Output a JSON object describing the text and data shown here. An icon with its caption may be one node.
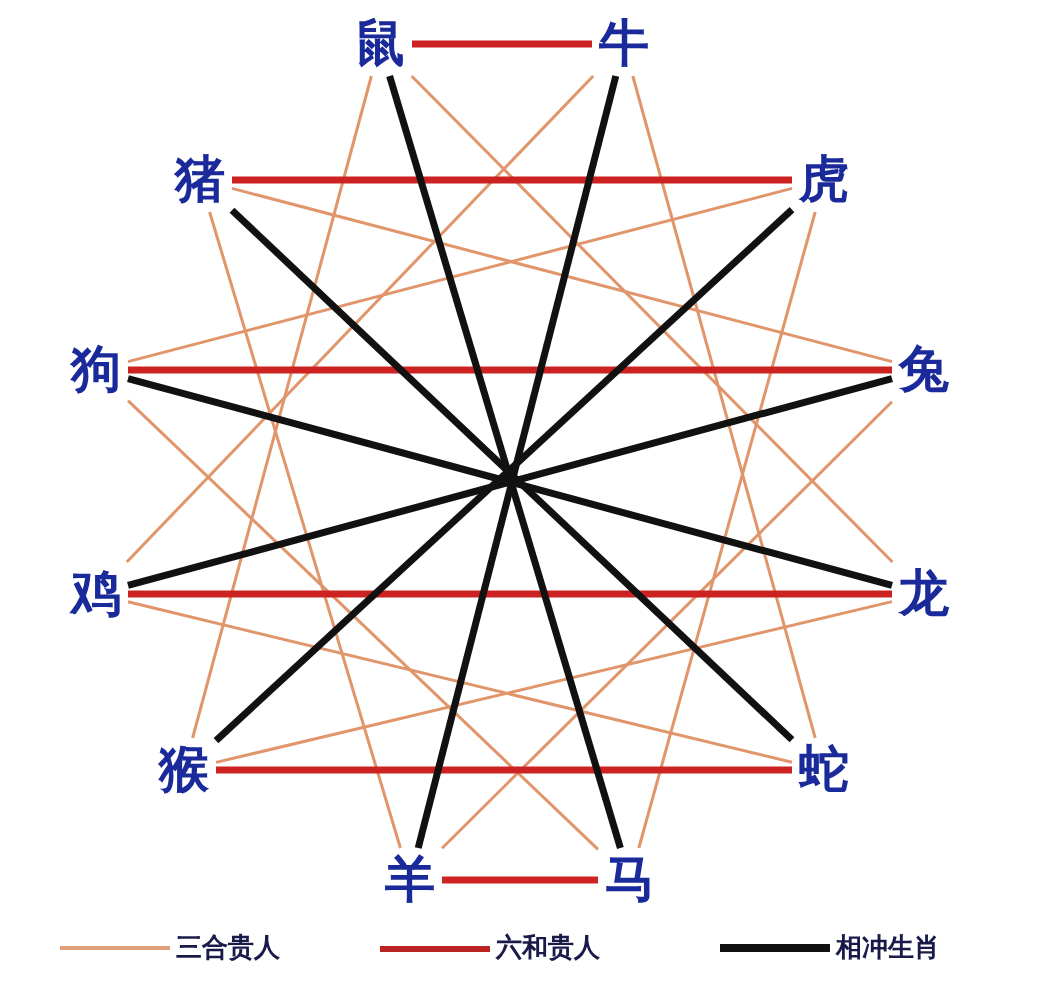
{
  "diagram": {
    "nodes": [
      {
        "text": [
          "鼠"
        ]
      },
      {
        "text": [
          "牛"
        ]
      },
      {
        "text": [
          "虎"
        ]
      },
      {
        "text": [
          "兔"
        ]
      },
      {
        "text": [
          "龙"
        ]
      },
      {
        "text": [
          "蛇"
        ]
      },
      {
        "text": [
          "马"
        ]
      },
      {
        "text": [
          "羊"
        ]
      },
      {
        "text": [
          "猴"
        ]
      },
      {
        "text": [
          "鸡"
        ]
      },
      {
        "text": [
          "狗"
        ]
      },
      {
        "text": [
          "猪"
        ]
      }
    ],
    "edges": [
      {
        "from": 0,
        "to": 4,
        "arrow": "none"
      },
      {
        "from": 1,
        "to": 5,
        "arrow": "none"
      },
      {
        "from": 2,
        "to": 6,
        "arrow": "none"
      },
      {
        "from": 3,
        "to": 7,
        "arrow": "none"
      },
      {
        "from": 4,
        "to": 8,
        "arrow": "none"
      },
      {
        "from": 5,
        "to": 9,
        "arrow": "none"
      },
      {
        "from": 6,
        "to": 10,
        "arrow": "none"
      },
      {
        "from": 7,
        "to": 11,
        "arrow": "none"
      },
      {
        "from": 8,
        "to": 0,
        "arrow": "none"
      },
      {
        "from": 9,
        "to": 1,
        "arrow": "none"
      },
      {
        "from": 10,
        "to": 2,
        "arrow": "none"
      },
      {
        "from": 11,
        "to": 3,
        "arrow": "none"
      },
      {
        "from": 0,
        "to": 1,
        "arrow": "none",
        "style": "thick",
        "color": "#cc2222"
      },
      {
        "from": 11,
        "to": 2,
        "arrow": "none",
        "style": "thick",
        "color": "#cc2222"
      },
      {
        "from": 10,
        "to": 3,
        "arrow": "none",
        "style": "thick",
        "color": "#cc2222"
      },
      {
        "from": 9,
        "to": 4,
        "arrow": "none",
        "style": "thick",
        "color": "#cc2222"
      },
      {
        "from": 8,
        "to": 5,
        "arrow": "none",
        "style": "thick",
        "color": "#cc2222"
      },
      {
        "from": 7,
        "to": 6,
        "arrow": "none",
        "style": "thick",
        "color": "#cc2222"
      },
      {
        "from": 0,
        "to": 6,
        "arrow": "none",
        "style": "thick",
        "color": "#111111"
      },
      {
        "from": 1,
        "to": 7,
        "arrow": "none",
        "style": "thick",
        "color": "#111111"
      },
      {
        "from": 2,
        "to": 8,
        "arrow": "none",
        "style": "thick",
        "color": "#111111"
      },
      {
        "from": 3,
        "to": 9,
        "arrow": "none",
        "style": "thick",
        "color": "#111111"
      },
      {
        "from": 4,
        "to": 10,
        "arrow": "none",
        "style": "thick",
        "color": "#111111"
      },
      {
        "from": 5,
        "to": 11,
        "arrow": "none",
        "style": "thick",
        "color": "#111111"
      }
    ],
    "legend": [
      {
        "text": "三合贵人"
      },
      {
        "text": "六和贵人"
      },
      {
        "text": "相冲生肖"
      }
    ]
  }
}
